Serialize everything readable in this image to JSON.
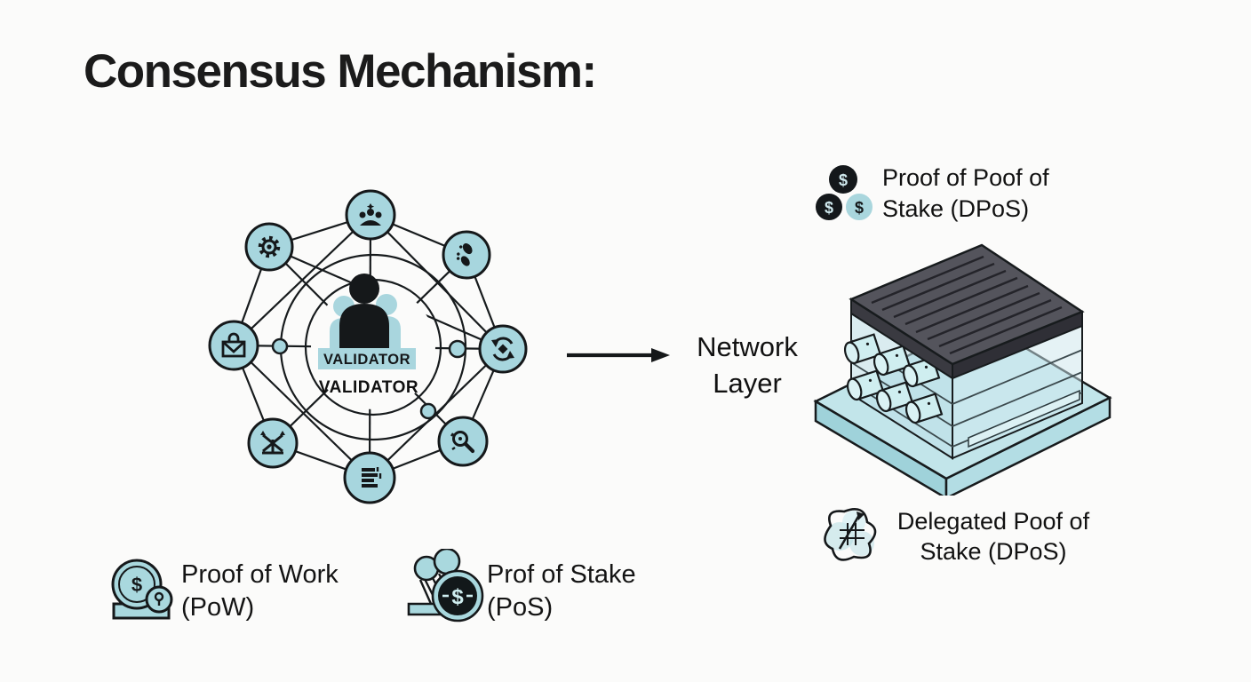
{
  "title": "Consensus Mechanism:",
  "network_diagram": {
    "center_banner_label": "VALIDATOR",
    "center_below_label": "VALIDATOR",
    "node_icons": [
      "crowd-icon",
      "gear-icon",
      "footprints-icon",
      "lock-mail-icon",
      "recycle-star-icon",
      "scales-icon",
      "magnifier-icon",
      "ledger-icon"
    ]
  },
  "flow_label": {
    "line1": "Network",
    "line2": "Layer"
  },
  "legends": {
    "dpos_top": {
      "line1": "Proof of Poof of",
      "line2": "Stake (DPoS)",
      "coin_symbol": "$"
    },
    "dpos_bottom": {
      "line1": "Delegated Poof of",
      "line2": "Stake (DPoS)"
    },
    "pow": {
      "line1": "Proof of Work",
      "line2": "(PoW)",
      "coin_symbol": "$"
    },
    "pos": {
      "line1": "Prof of Stake",
      "line2": "(PoS)",
      "coin_symbol": "$"
    }
  },
  "colors": {
    "background": "#fbfbfa",
    "node_fill": "#a7d6de",
    "outline": "#171b1d",
    "roof_gray": "#54545c",
    "platform_teal": "#c2e5ea",
    "text": "#161616"
  }
}
